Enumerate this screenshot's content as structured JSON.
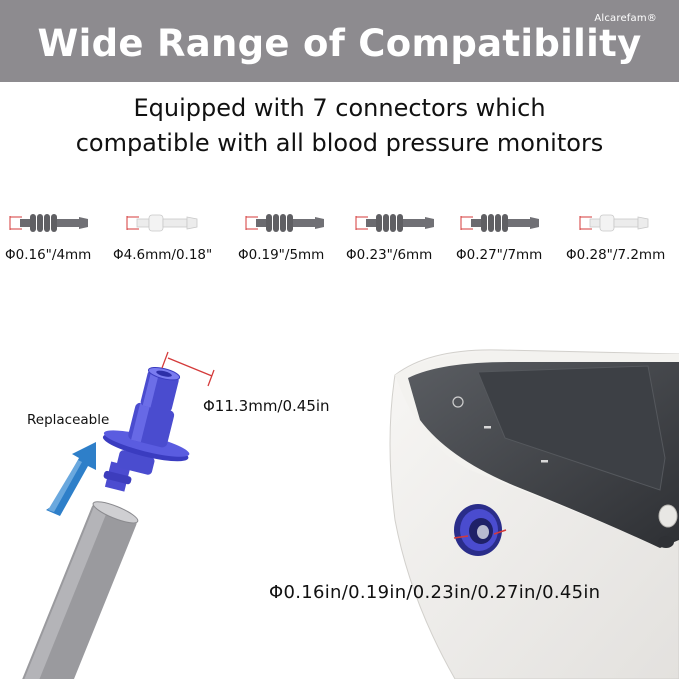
{
  "brand": "Alcarefam®",
  "title": "Wide Range of Compatibility",
  "subtitle_line1": "Equipped with 7 connectors which",
  "subtitle_line2": "compatible with all blood pressure monitors",
  "connectors": [
    {
      "label": "Φ0.16\"/4mm",
      "color": "gray"
    },
    {
      "label": "Φ4.6mm/0.18\"",
      "color": "white"
    },
    {
      "label": "Φ0.19\"/5mm",
      "color": "gray"
    },
    {
      "label": "Φ0.23\"/6mm",
      "color": "gray"
    },
    {
      "label": "Φ0.27\"/7mm",
      "color": "gray"
    },
    {
      "label": "Φ0.28\"/7.2mm",
      "color": "white"
    }
  ],
  "replaceable_label": "Replaceable",
  "connector_dimension": "Φ11.3mm/0.45in",
  "port_sizes": "Φ0.16in/0.19in/0.23in/0.27in/0.45in",
  "colors": {
    "banner": "#8d8b8f",
    "connector_blue": "#4a4ccf",
    "arrow_blue": "#2e7fc9",
    "tube_gray": "#9a9a9e",
    "dimension_red": "#d43a3a"
  }
}
